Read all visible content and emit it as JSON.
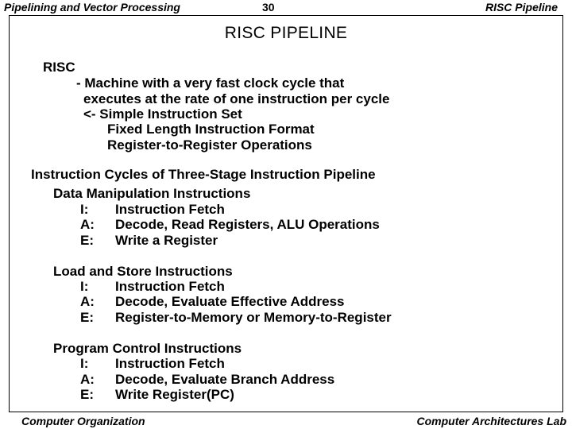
{
  "header": {
    "left": "Pipelining and Vector Processing",
    "page_number": "30",
    "right": "RISC Pipeline"
  },
  "title": "RISC  PIPELINE",
  "risc": {
    "heading": "RISC",
    "lines": [
      "- Machine with a very fast clock cycle that",
      "executes at the rate of one instruction per cycle",
      "<- Simple Instruction Set",
      "Fixed Length Instruction Format",
      "Register-to-Register Operations"
    ]
  },
  "cycles": {
    "heading": "Instruction Cycles of Three-Stage Instruction Pipeline",
    "groups": [
      {
        "name": "Data Manipulation Instructions",
        "stages": [
          {
            "label": "I:",
            "text": "Instruction Fetch"
          },
          {
            "label": "A:",
            "text": "Decode, Read Registers, ALU Operations"
          },
          {
            "label": "E:",
            "text": "Write a Register"
          }
        ]
      },
      {
        "name": "Load and Store Instructions",
        "stages": [
          {
            "label": "I:",
            "text": "Instruction Fetch"
          },
          {
            "label": "A:",
            "text": "Decode, Evaluate Effective Address"
          },
          {
            "label": "E:",
            "text": "Register-to-Memory or Memory-to-Register"
          }
        ]
      },
      {
        "name": "Program Control Instructions",
        "stages": [
          {
            "label": "I:",
            "text": "Instruction Fetch"
          },
          {
            "label": "A:",
            "text": "Decode, Evaluate Branch Address"
          },
          {
            "label": "E:",
            "text": "Write Register(PC)"
          }
        ]
      }
    ]
  },
  "footer": {
    "left": "Computer Organization",
    "right": "Computer Architectures Lab"
  }
}
